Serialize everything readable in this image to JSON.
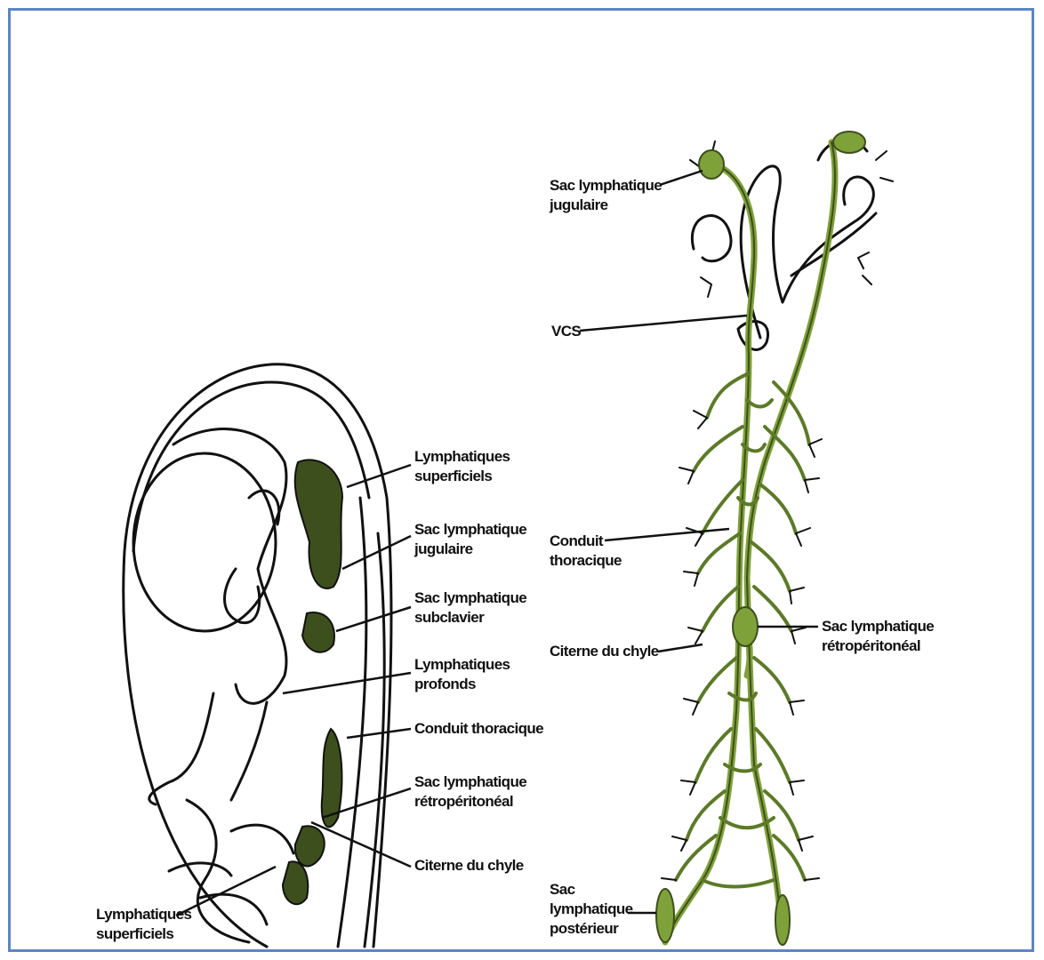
{
  "left_figure": {
    "labels": {
      "lymph_superficial_top": [
        "Lymphatiques",
        "superficiels"
      ],
      "jugular_sac": [
        "Sac lymphatique",
        "jugulaire"
      ],
      "subclavian_sac": [
        "Sac lymphatique",
        "subclavier"
      ],
      "lymph_deep": [
        "Lymphatiques",
        "profonds"
      ],
      "thoracic_duct": [
        "Conduit thoracique"
      ],
      "retroperitoneal_sac": [
        "Sac lymphatique",
        "rétropéritonéal"
      ],
      "cisterna_chyli": [
        "Citerne du chyle"
      ],
      "lymph_superficial_bottom": [
        "Lymphatiques",
        "superficiels"
      ]
    }
  },
  "right_figure": {
    "labels": {
      "jugular_sac": [
        "Sac lymphatique",
        "jugulaire"
      ],
      "vcs": [
        "VCS"
      ],
      "thoracic_duct": [
        "Conduit",
        "thoracique"
      ],
      "cisterna_chyli": [
        "Citerne du chyle"
      ],
      "retroperitoneal_sac": [
        "Sac lymphatique",
        "rétropéritonéal"
      ],
      "posterior_sac": [
        "Sac",
        "lymphatique",
        "postérieur"
      ]
    }
  },
  "colors": {
    "frame": "#5b86c5",
    "lymph": "#7fa13a",
    "lymph_dark": "#3d4f1c",
    "ink": "#111111"
  }
}
